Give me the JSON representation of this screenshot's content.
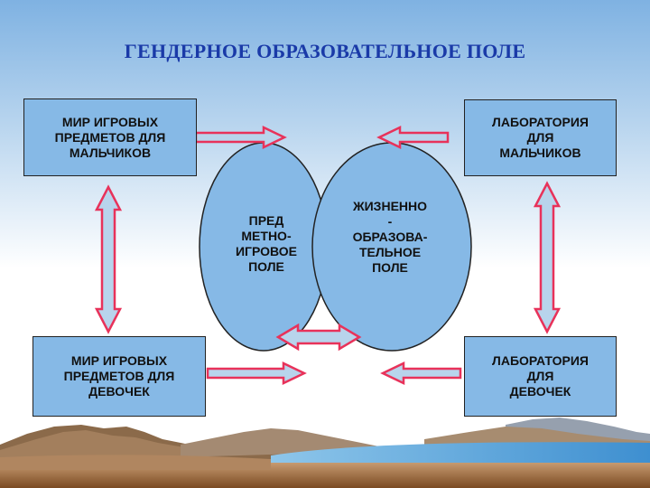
{
  "title": "ГЕНДЕРНОЕ ОБРАЗОВАТЕЛЬНОЕ ПОЛЕ",
  "boxes": {
    "toys_boys": "МИР ИГРОВЫХ\nПРЕДМЕТОВ ДЛЯ\nМАЛЬЧИКОВ",
    "toys_girls": "МИР ИГРОВЫХ\nПРЕДМЕТОВ ДЛЯ\nДЕВОЧЕК",
    "lab_boys": "ЛАБОРАТОРИЯ\nДЛЯ\nМАЛЬЧИКОВ",
    "lab_girls": "ЛАБОРАТОРИЯ\nДЛЯ\nДЕВОЧЕК"
  },
  "ovals": {
    "subject_play": "ПРЕД\nМЕТНО-\nИГРОВОЕ\nПОЛЕ",
    "life_education": "ЖИЗНЕННО\n-\nОБРАЗОВА-\nТЕЛЬНОЕ\nПОЛЕ"
  },
  "colors": {
    "sky_top": "#bcd6ee",
    "sky_bottom": "#ffffff",
    "box_fill": "#86b9e6",
    "arrow_fill": "#b8d4ec",
    "arrow_stroke": "#e8325a",
    "title": "#1a3aa8"
  }
}
